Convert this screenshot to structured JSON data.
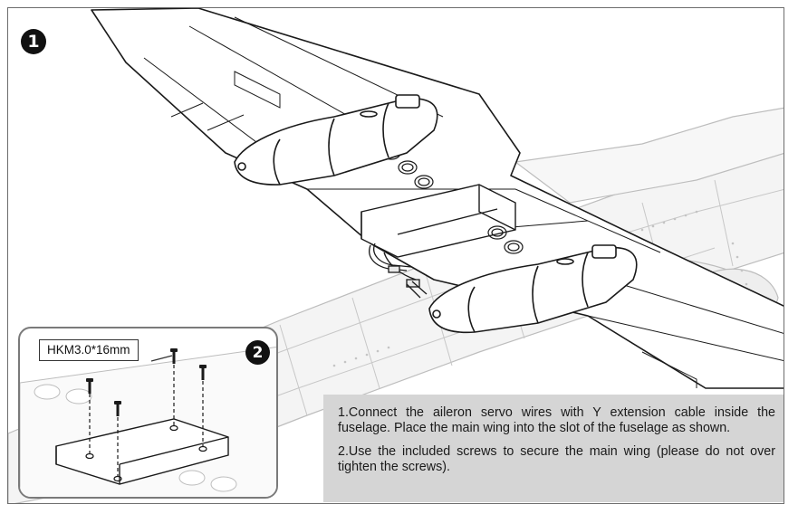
{
  "steps": {
    "main_badge": "1",
    "inset_badge": "2"
  },
  "inset": {
    "screw_spec": "HKM3.0*16mm"
  },
  "instructions": [
    "1.Connect the aileron servo wires with Y extension cable inside the fuselage. Place the main wing into the slot of the fuselage as shown.",
    "2.Use the included screws to secure the main wing (please do not over tighten the screws)."
  ],
  "colors": {
    "frame": "#6d6d6d",
    "note_background": "#d5d5d5",
    "line_art": "#1a1a1a",
    "faded_fuselage": "#bdbdbd"
  }
}
